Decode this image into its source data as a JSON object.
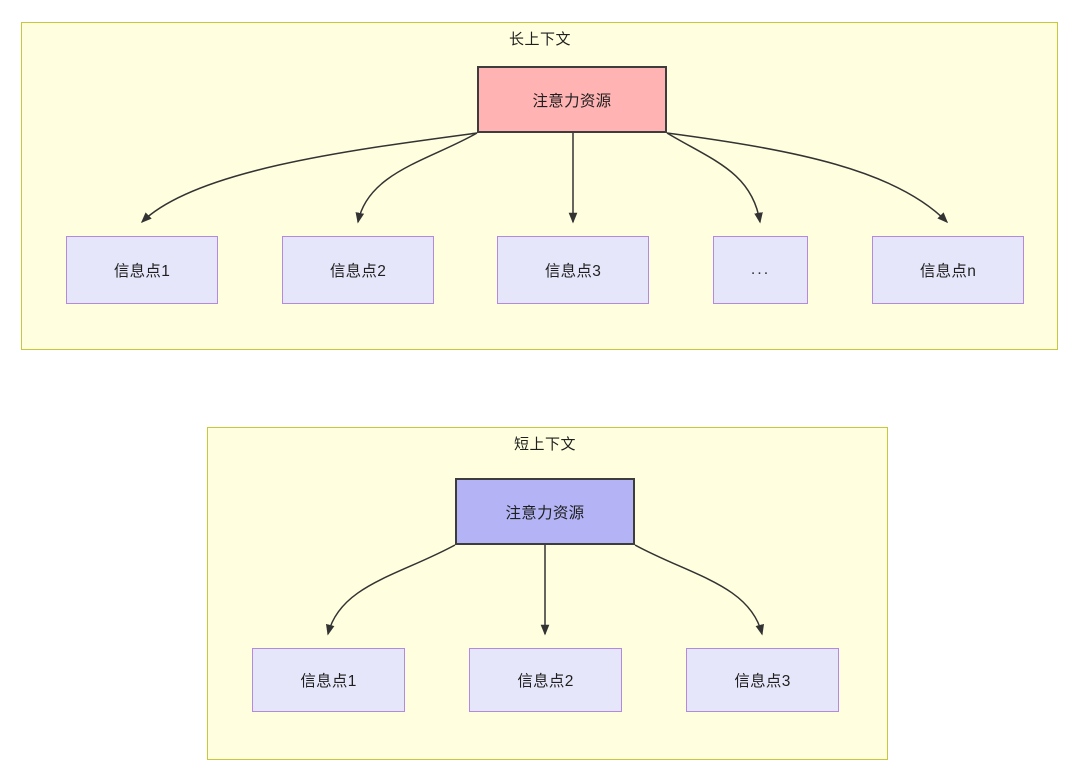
{
  "diagram": {
    "type": "flow-diagram",
    "background": "#ffffff",
    "colors": {
      "container_fill": "#ffffe0",
      "container_border": "#c8c83c",
      "attention_long_fill": "#ffb3b3",
      "attention_short_fill": "#b3b3f5",
      "attention_border": "#3d3d3d",
      "info_fill": "#e6e6fa",
      "info_border": "#b589e0",
      "edge_color": "#333333",
      "text_color": "#1f1f1f"
    },
    "groups": [
      {
        "id": "long-context",
        "title": "长上下文",
        "root": {
          "label": "注意力资源",
          "style": "pink"
        },
        "children": [
          {
            "label": "信息点1"
          },
          {
            "label": "信息点2"
          },
          {
            "label": "信息点3"
          },
          {
            "label": "..."
          },
          {
            "label": "信息点n"
          }
        ]
      },
      {
        "id": "short-context",
        "title": "短上下文",
        "root": {
          "label": "注意力资源",
          "style": "blue"
        },
        "children": [
          {
            "label": "信息点1"
          },
          {
            "label": "信息点2"
          },
          {
            "label": "信息点3"
          }
        ]
      }
    ]
  }
}
